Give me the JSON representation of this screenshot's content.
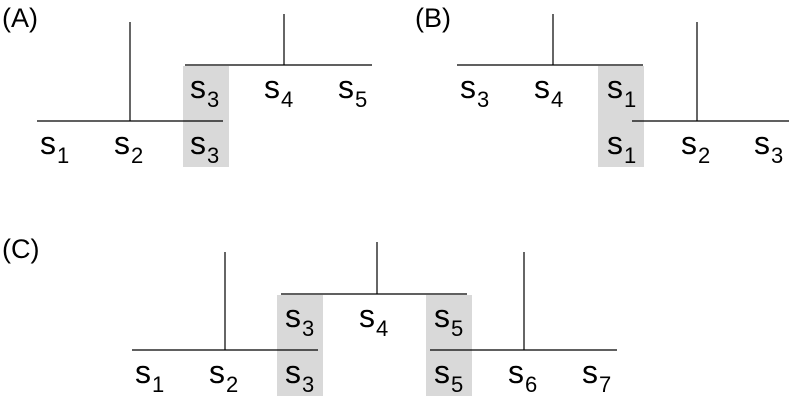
{
  "colors": {
    "highlight": "#d9d9d9",
    "line": "#000000",
    "background": "#ffffff"
  },
  "panels": [
    {
      "label": "(A)",
      "rows": [
        {
          "symbols": [
            {
              "letter": "s",
              "index": "3",
              "shared": true
            },
            {
              "letter": "s",
              "index": "4"
            },
            {
              "letter": "s",
              "index": "5"
            }
          ]
        },
        {
          "symbols": [
            {
              "letter": "s",
              "index": "1"
            },
            {
              "letter": "s",
              "index": "2"
            },
            {
              "letter": "s",
              "index": "3",
              "shared": true
            }
          ]
        }
      ]
    },
    {
      "label": "(B)",
      "rows": [
        {
          "symbols": [
            {
              "letter": "s",
              "index": "3"
            },
            {
              "letter": "s",
              "index": "4"
            },
            {
              "letter": "s",
              "index": "1",
              "shared": true
            }
          ]
        },
        {
          "symbols": [
            {
              "letter": "s",
              "index": "1",
              "shared": true
            },
            {
              "letter": "s",
              "index": "2"
            },
            {
              "letter": "s",
              "index": "3"
            }
          ]
        }
      ]
    },
    {
      "label": "(C)",
      "rows": [
        {
          "symbols": [
            {
              "letter": "s",
              "index": "3",
              "shared": true
            },
            {
              "letter": "s",
              "index": "4"
            },
            {
              "letter": "s",
              "index": "5",
              "shared": true
            }
          ]
        },
        {
          "symbols": [
            {
              "letter": "s",
              "index": "1"
            },
            {
              "letter": "s",
              "index": "2"
            },
            {
              "letter": "s",
              "index": "3",
              "shared": true
            }
          ]
        },
        {
          "symbols": [
            {
              "letter": "s",
              "index": "5",
              "shared": true
            },
            {
              "letter": "s",
              "index": "6"
            },
            {
              "letter": "s",
              "index": "7"
            }
          ]
        }
      ]
    }
  ]
}
